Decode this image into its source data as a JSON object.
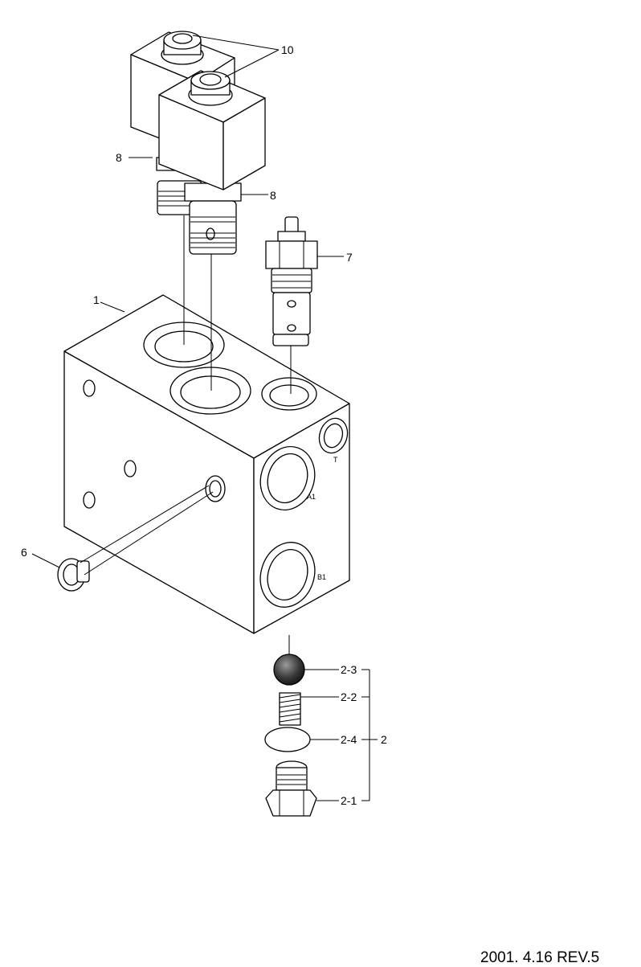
{
  "callouts": {
    "body": "1",
    "check_valve_assembly": "2",
    "plug": "2-1",
    "spring": "2-2",
    "ball": "2-3",
    "seal": "2-4",
    "bleed_plug": "6",
    "relief_cartridge": "7",
    "solenoid_valve_left": "8",
    "solenoid_valve_right": "8",
    "coil_nut": "10"
  },
  "ports": {
    "t": "T",
    "a1": "A1",
    "b1": "B1"
  },
  "footer": {
    "revision": "2001. 4.16  REV.5"
  }
}
